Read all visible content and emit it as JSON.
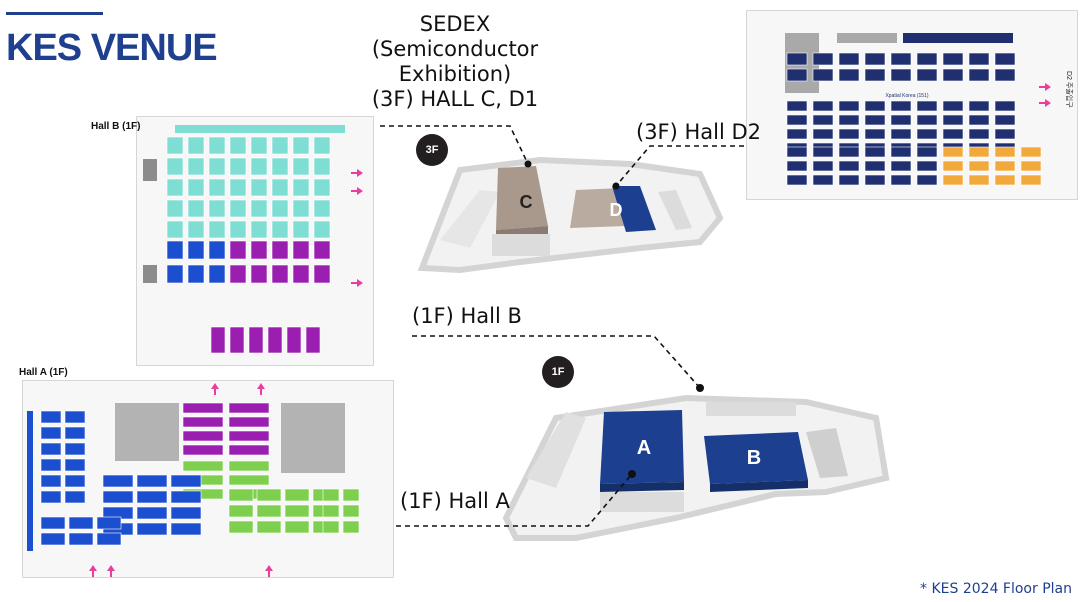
{
  "title": "KES VENUE",
  "callouts": {
    "sedex_line1": "SEDEX",
    "sedex_line2": "(Semiconductor",
    "sedex_line3": "Exhibition)",
    "sedex_line4": "(3F) HALL C, D1",
    "hall_d2": "(3F) Hall D2",
    "hall_b": "(1F) Hall B",
    "hall_a": "(1F) Hall A"
  },
  "floors": {
    "third": "3F",
    "first": "1F"
  },
  "hall_letters": {
    "a": "A",
    "b": "B",
    "c": "C",
    "d": "D"
  },
  "plan_labels": {
    "hall_b": "Hall B (1F)",
    "hall_a": "Hall A (1F)"
  },
  "d2_plan": {
    "zone_label": "Xpatial Korea (151)",
    "side_label": "D2 주출입구"
  },
  "footnote": "* KES 2024 Floor Plan",
  "colors": {
    "brand": "#1f3f8f",
    "booth_teal": "#7fded3",
    "booth_blue": "#1c4fd0",
    "booth_purple": "#9a1fb0",
    "booth_green": "#7fcf4f",
    "booth_navy": "#1f2f6f",
    "booth_orange": "#f2a93b",
    "booth_gray": "#a9a9a9",
    "arrow_pink": "#e83e9f",
    "hall_navy": "#1d3f8f",
    "hall_taupe": "#a9998d"
  }
}
